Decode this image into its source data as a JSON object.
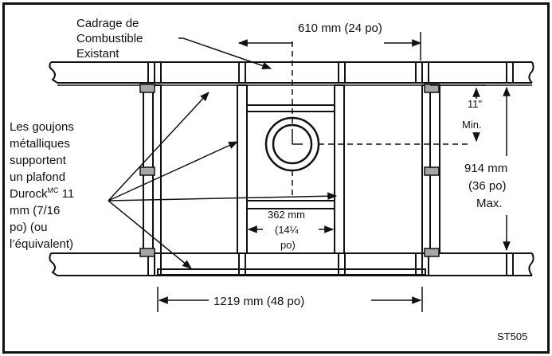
{
  "labels": {
    "framing_line1": "Cadrage de",
    "framing_line2": "Combustible",
    "framing_line3": "Existant",
    "spacing_610": "610 mm (24 po)",
    "min_clear_line1": "11\"",
    "min_clear_line2": "Min.",
    "studs_line1": "Les goujons",
    "studs_line2": "métalliques",
    "studs_line3": "supportent",
    "studs_line4": "un plafond",
    "studs_line5a": "Durock",
    "studs_line5_sup": "MC",
    "studs_line5b": " 11",
    "studs_line6": "mm (7/16",
    "studs_line7": "po) (ou",
    "studs_line8": "l’équivalent)",
    "max_914_line1": "914 mm",
    "max_914_line2": "(36 po)",
    "max_914_line3": "Max.",
    "spacing_362_line1": "362 mm",
    "spacing_362_line2": "(14¼",
    "spacing_362_line3": "po)",
    "width_1219": "1219 mm (48 po)",
    "figure_id": "ST505"
  },
  "colors": {
    "line": "#111111",
    "clip_gray": "#a6a6a6",
    "background": "#ffffff"
  }
}
